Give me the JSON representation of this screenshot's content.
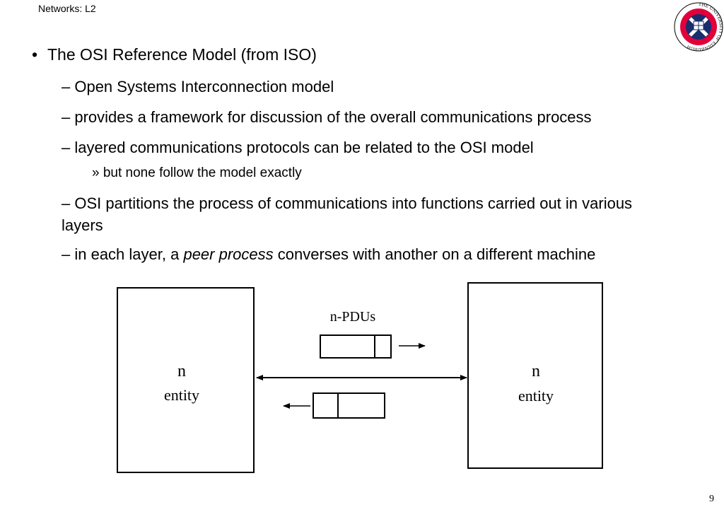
{
  "header": {
    "title": "Networks: L2"
  },
  "logo": {
    "name": "university-of-edinburgh-crest",
    "ring_text": "THE UNIVERSITY OF EDINBURGH",
    "ring_color": "#e2003a",
    "inner_color": "#1a2d6e"
  },
  "bullets": {
    "main": "The OSI Reference Model (from ISO)",
    "dot": "•",
    "sub": [
      "– Open Systems Interconnection model",
      "– provides a framework for discussion of the overall communications process",
      "– layered communications protocols can be related to the OSI model"
    ],
    "subsub": "» but none follow the model exactly",
    "osi_partitions": "– OSI partitions the process of communications into functions carried out in various layers",
    "peer_prefix": "– in each layer, a ",
    "peer_italic": "peer process",
    "peer_suffix": " converses with another on a different machine"
  },
  "diagram": {
    "left_entity": {
      "n": "n",
      "label": "entity"
    },
    "right_entity": {
      "n": "n",
      "label": "entity"
    },
    "pdu_label": "n-PDUs"
  },
  "footer": {
    "slide_number": "9"
  }
}
